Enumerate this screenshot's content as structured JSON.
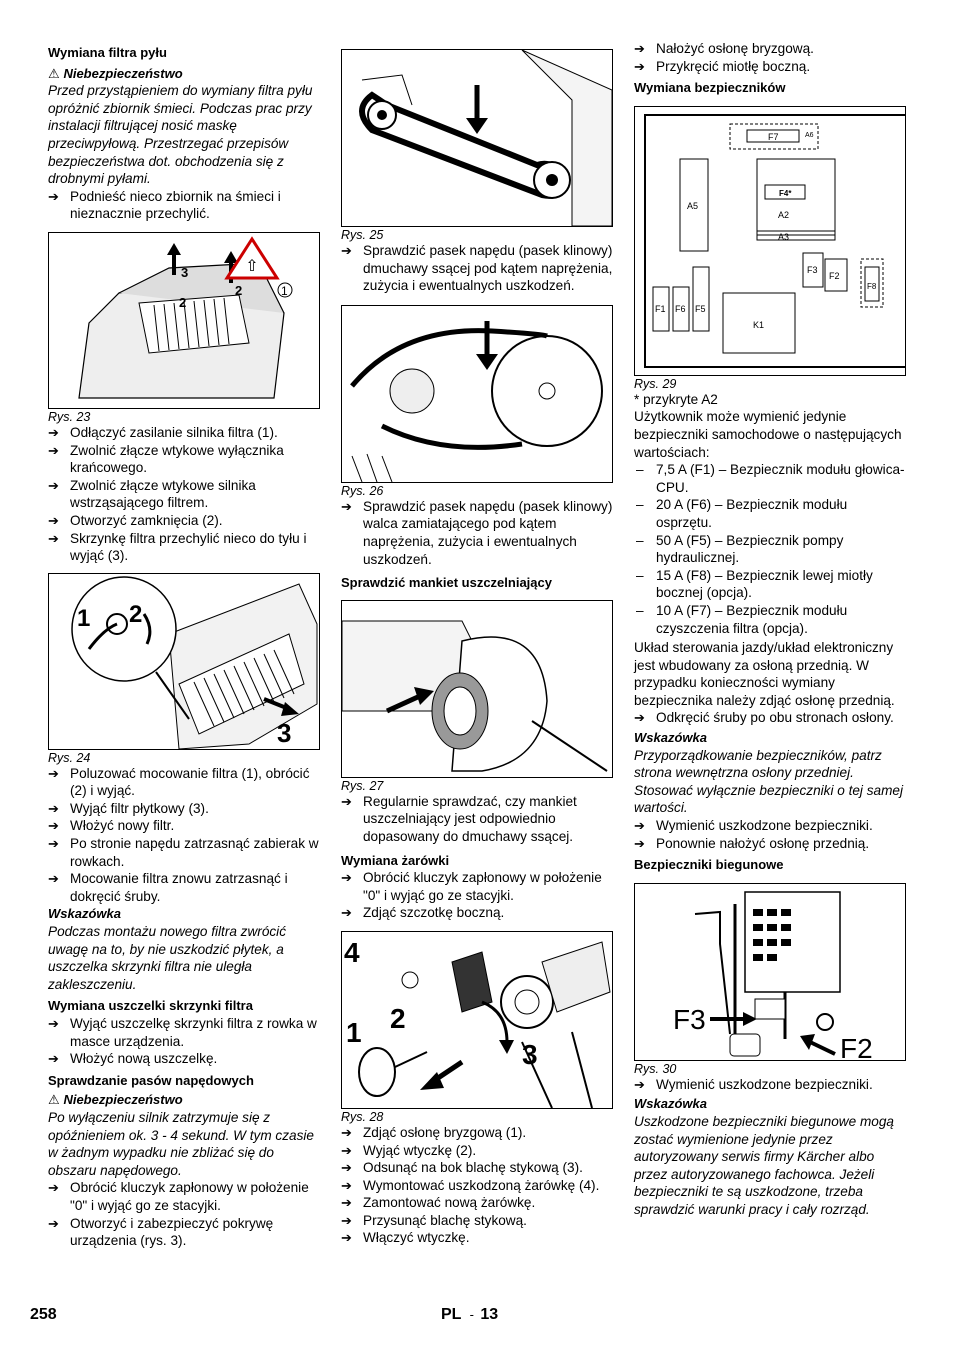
{
  "col1": {
    "h1": "Wymiana filtra pyłu",
    "warn1": "Niebezpieczeństwo",
    "warn1_text": "Przed przystąpieniem do wymiany filtra pyłu opróżnić zbiornik śmieci. Podczas prac przy instalacji filtrującej nosić maskę przeciwpyłową. Przestrzegać przepisów bezpieczeństwa dot. obchodzenia się z drobnymi pyłami.",
    "s1": "Podnieść nieco zbiornik na śmieci i nieznacznie przechylić.",
    "cap23": "Rys. 23",
    "s2": "Odłączyć zasilanie silnika filtra (1).",
    "s3": "Zwolnić złącze wtykowe wyłącznika krańcowego.",
    "s4": "Zwolnić złącze wtykowe silnika wstrząsającego filtrem.",
    "s5": "Otworzyć zamknięcia (2).",
    "s6": "Skrzynkę filtra przechylić nieco do tyłu i wyjąć (3).",
    "cap24": "Rys. 24",
    "s7": "Poluzować mocowanie filtra (1), obrócić (2) i wyjąć.",
    "s8": "Wyjąć filtr płytkowy (3).",
    "s9": "Włożyć nowy filtr.",
    "s10": "Po stronie napędu zatrzasnąć zabierak w rowkach.",
    "s11": "Mocowanie filtra znowu zatrzasnąć i dokręcić śruby.",
    "note1": "Wskazówka",
    "note1_text": "Podczas montażu nowego filtra zwrócić uwagę na to, by nie uszkodzić płytek, a uszczelka skrzynki filtra nie uległa zakleszczeniu.",
    "h2": "Wymiana uszczelki skrzynki filtra",
    "s12": "Wyjąć uszczelkę skrzynki filtra z rowka w masce urządzenia.",
    "s13": "Włożyć nową uszczelkę.",
    "h3": "Sprawdzanie pasów napędowych",
    "warn2": "Niebezpieczeństwo",
    "warn2_text": "Po wyłączeniu silnik zatrzymuje się z opóźnieniem ok. 3 - 4 sekund. W tym czasie w żadnym wypadku nie zbliżać się do obszaru napędowego.",
    "s14": "Obrócić kluczyk zapłonowy w położenie \"0\" i wyjąć go ze stacyjki.",
    "s15": "Otworzyć i zabezpieczyć pokrywę urządzenia (rys. 3)."
  },
  "col2": {
    "cap25": "Rys. 25",
    "s1": "Sprawdzić pasek napędu (pasek klinowy) dmuchawy ssącej pod kątem naprężenia, zużycia i ewentualnych uszkodzeń.",
    "cap26": "Rys. 26",
    "s2": "Sprawdzić pasek napędu (pasek klinowy) walca zamiatającego pod kątem naprężenia, zużycia i ewentualnych uszkodzeń.",
    "h1": "Sprawdzić mankiet uszczelniający",
    "cap27": "Rys. 27",
    "s3": "Regularnie sprawdzać, czy mankiet uszczelniający jest odpowiednio dopasowany do dmuchawy ssącej.",
    "h2": "Wymiana żarówki",
    "s4": "Obrócić kluczyk zapłonowy w położenie \"0\" i wyjąć go ze stacyjki.",
    "s5": "Zdjąć szczotkę boczną.",
    "cap28": "Rys. 28",
    "s6": "Zdjąć osłonę bryzgową (1).",
    "s7": "Wyjąć wtyczkę (2).",
    "s8": "Odsunąć na bok blachę stykową (3).",
    "s9": "Wymontować uszkodzoną żarówkę (4).",
    "s10": "Zamontować nową żarówkę.",
    "s11": "Przysunąć blachę stykową.",
    "s12": "Włączyć wtyczkę."
  },
  "col3": {
    "s1": "Nałożyć osłonę bryzgową.",
    "s2": "Przykręcić miotłę boczną.",
    "h1": "Wymiana bezpieczników",
    "cap29": "Rys. 29",
    "covered": "* przykryte A2",
    "p1": "Użytkownik może wymienić jedynie bezpieczniki samochodowe o następujących wartościach:",
    "d1": "7,5 A (F1) – Bezpiecznik modułu głowica-CPU.",
    "d2": "20 A (F6) – Bezpiecznik modułu osprzętu.",
    "d3": "50 A (F5) – Bezpiecznik pompy hydraulicznej.",
    "d4": "15 A (F8) – Bezpiecznik lewej miotły bocznej (opcja).",
    "d5": "10 A (F7) – Bezpiecznik modułu czyszczenia filtra (opcja).",
    "p2": "Układ sterowania jazdy/układ elektroniczny jest wbudowany za osłoną przednią. W przypadku konieczności wymiany bezpiecznika należy zdjąć osłonę przednią.",
    "s3": "Odkręcić śruby po obu stronach osłony.",
    "note1": "Wskazówka",
    "note1_text": "Przyporządkowanie bezpieczników, patrz strona wewnętrzna osłony przedniej. Stosować wyłącznie bezpieczniki o tej samej wartości.",
    "s4": "Wymienić uszkodzone bezpieczniki.",
    "s5": "Ponownie nałożyć osłonę przednią.",
    "h2": "Bezpieczniki biegunowe",
    "cap30": "Rys. 30",
    "s6": "Wymienić uszkodzone bezpieczniki.",
    "note2": "Wskazówka",
    "note2_text": "Uszkodzone bezpieczniki biegunowe mogą zostać wymienione jedynie przez autoryzowany serwis firmy Kärcher albo przez autoryzowanego fachowca. Jeżeli bezpieczniki te są uszkodzone, trzeba sprawdzić warunki pracy i cały rozrząd."
  },
  "figures": {
    "fig23_labels": [
      "3",
      "2",
      "2",
      "1"
    ],
    "fig24_labels": [
      "1",
      "2",
      "3"
    ],
    "fig28_labels": [
      "4",
      "1",
      "2",
      "3"
    ],
    "fig29_labels": {
      "F7": "F7",
      "A6": "A6",
      "A5": "A5",
      "F4": "F4*",
      "A2": "A2",
      "A3": "A3",
      "F3": "F3",
      "F2": "F2",
      "F8": "F8",
      "F1": "F1",
      "F6": "F6",
      "F5": "F5",
      "K1": "K1"
    },
    "fig30_labels": [
      "F3",
      "F2"
    ]
  },
  "footer": {
    "page": "258",
    "lang": "PL",
    "sep": "-",
    "num": "13"
  }
}
